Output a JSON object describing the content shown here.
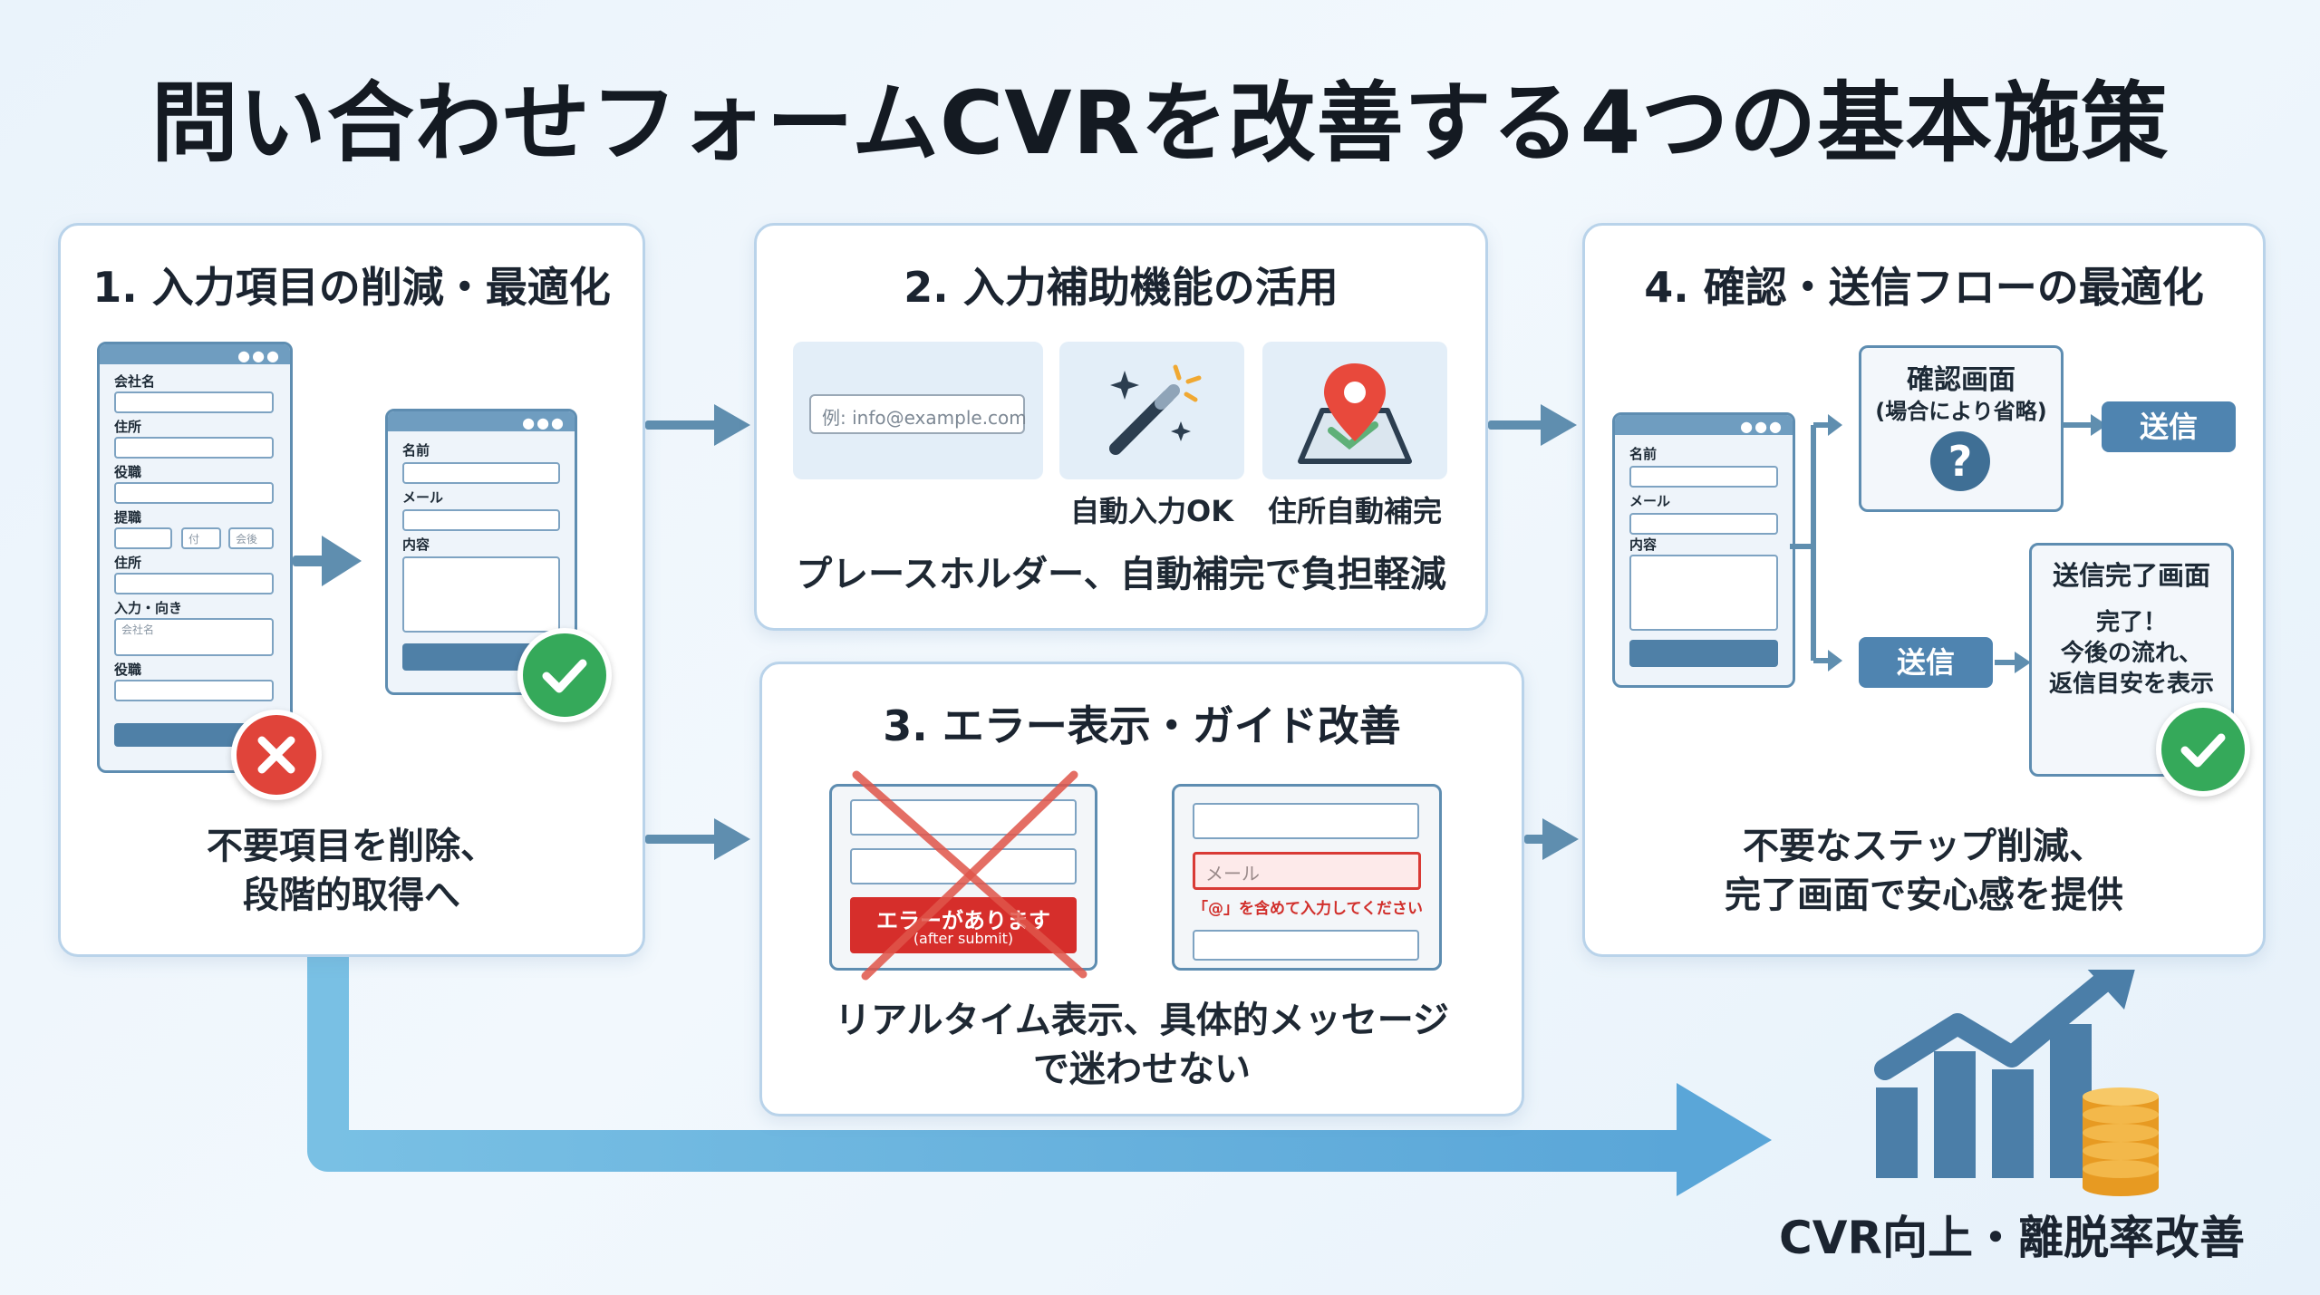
{
  "title": "問い合わせフォームCVRを改善する4つの基本施策",
  "panel1": {
    "title": "1. 入力項目の削減・最適化",
    "long_form_labels": [
      "会社名",
      "住所",
      "役職",
      "提職",
      "住所",
      "入力・向き",
      "役職"
    ],
    "long_form_select": [
      "付",
      "会後"
    ],
    "long_form_placeholder": "会社名",
    "short_form_labels": [
      "名前",
      "メール",
      "内容"
    ],
    "caption_line1": "不要項目を削除、",
    "caption_line2": "段階的取得へ"
  },
  "panel2": {
    "title": "2. 入力補助機能の活用",
    "placeholder_example": "例: info@example.com",
    "autofill_label": "自動入力OK",
    "address_label": "住所自動補完",
    "caption": "プレースホルダー、自動補完で負担軽減"
  },
  "panel3": {
    "title": "3. エラー表示・ガイド改善",
    "error_banner": "エラーがあります",
    "error_banner_sub": "(after submit)",
    "field_placeholder": "メール",
    "inline_hint": "「@」を含めて入力してください",
    "caption_line1": "リアルタイム表示、具体的メッセージ",
    "caption_line2": "で迷わせない"
  },
  "panel4": {
    "title": "4. 確認・送信フローの最適化",
    "form_labels": [
      "名前",
      "メール",
      "内容"
    ],
    "confirm_title": "確認画面",
    "confirm_sub": "(場合により省略)",
    "confirm_mark": "?",
    "send_label_top": "送信",
    "send_label_bottom": "送信",
    "complete_title": "送信完了画面",
    "complete_line1": "完了！",
    "complete_line2": "今後の流れ、",
    "complete_line3": "返信目安を表示",
    "caption_line1": "不要なステップ削減、",
    "caption_line2": "完了画面で安心感を提供"
  },
  "outcome": {
    "label": "CVR向上・離脱率改善"
  },
  "icons": [
    "cross-icon",
    "check-icon",
    "magic-wand-icon",
    "map-pin-icon",
    "question-icon",
    "growth-chart-icon",
    "coin-stack-icon"
  ],
  "colors": {
    "accent": "#4f84b0",
    "arrow": "#5f8eaf",
    "big_arrow": "#69b5dd",
    "error": "#e0443a",
    "success": "#35a95a",
    "coin": "#f0a832"
  }
}
